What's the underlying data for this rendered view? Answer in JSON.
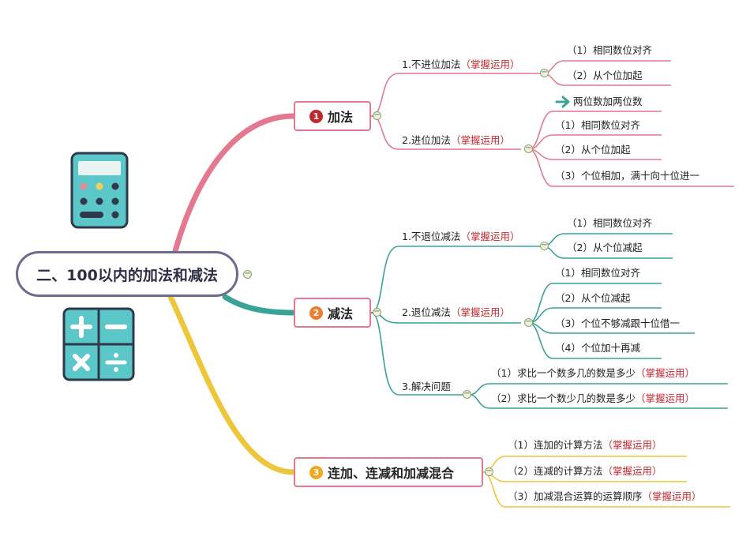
{
  "root": {
    "label": "二、100以内的加法和减法"
  },
  "branches": [
    {
      "number": "1",
      "label": "加法",
      "color": "#e47890",
      "children": [
        {
          "label": "1.不进位加法",
          "highlight": "（掌握运用）",
          "children": [
            "（1）相同数位对齐",
            "（2）从个位加起"
          ]
        },
        {
          "label": "2.进位加法",
          "highlight": "（掌握运用）",
          "note": "两位数加两位数",
          "children": [
            "（1）相同数位对齐",
            "（2）从个位加起",
            "（3）个位相加，满十向十位进一"
          ]
        }
      ]
    },
    {
      "number": "2",
      "label": "减法",
      "color": "#3aa395",
      "children": [
        {
          "label": "1.不退位减法",
          "highlight": "（掌握运用）",
          "children": [
            "（1）相同数位对齐",
            "（2）从个位减起"
          ]
        },
        {
          "label": "2.退位减法",
          "highlight": "（掌握运用）",
          "children": [
            "（1）相同数位对齐",
            "（2）从个位减起",
            "（3）个位不够减跟十位借一",
            "（4）个位加十再减"
          ]
        },
        {
          "label": "3.解决问题",
          "highlight": "",
          "children": [
            {
              "text": "（1）求比一个数多几的数是多少",
              "highlight": "（掌握运用）"
            },
            {
              "text": "（2）求比一个数少几的数是多少",
              "highlight": "（掌握运用）"
            }
          ]
        }
      ]
    },
    {
      "number": "3",
      "label": "连加、连减和加减混合",
      "color": "#f0a820",
      "children": [
        {
          "text": "（1）连加的计算方法",
          "highlight": "（掌握运用）"
        },
        {
          "text": "（2）连减的计算方法",
          "highlight": "（掌握运用）"
        },
        {
          "text": "（3）加减混合运算的运算顺序",
          "highlight": "（掌握运用）"
        }
      ]
    }
  ],
  "icons": {
    "calculator": {
      "symbol": "calculator-icon",
      "screen_color": "#e9f4f3",
      "body_color": "#5cc7c8"
    },
    "operators": {
      "plus": "+",
      "minus": "−",
      "times": "×",
      "divide": "÷",
      "body_color": "#5cc7c8"
    }
  },
  "colors": {
    "branch1": "#e47890",
    "branch2": "#3aa395",
    "branch3": "#f0a820",
    "root_border": "#6b6b8c",
    "highlight": "#c0282e",
    "arrow": "#3aa395"
  }
}
